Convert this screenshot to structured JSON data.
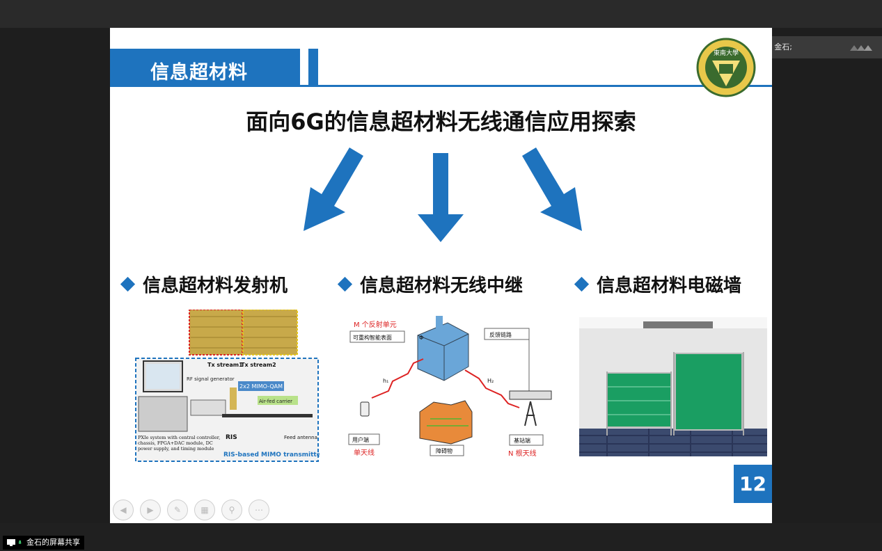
{
  "screen_share": {
    "label": "金石的屏幕共享"
  },
  "speaker": {
    "label": "正在讲话: 金石;"
  },
  "slide": {
    "header": "信息超材料",
    "title": "面向6G的信息超材料无线通信应用探索",
    "items": [
      {
        "label": "信息超材料发射机"
      },
      {
        "label": "信息超材料无线中继"
      },
      {
        "label": "信息超材料电磁墙"
      }
    ],
    "page_number": "12",
    "logo": {
      "text": "東南大學"
    },
    "figure1": {
      "tx1": "Tx stream1",
      "tx2": "Tx stream2",
      "rf": "RF signal generator",
      "mimo": "2x2 MIMO-QAM",
      "carrier": "Air-fed carrier",
      "ris": "RIS",
      "feed": "Feed antenna",
      "pxie": "PXIe system with central controller, chassis, FPGA+DAC module, DC power supply, and timing module",
      "caption": "RIS-based MIMO transmitter"
    },
    "figure2": {
      "m_elements": "M 个反射单元",
      "ris_surface": "可重构智能表面",
      "feedback": "反馈链路",
      "phi": "Φ",
      "h1": "h₁",
      "h2": "H₂",
      "user": "用户端",
      "single_antenna": "单天线",
      "obstacle": "障碍物",
      "base_station": "基站端",
      "n_antennas": "N 根天线"
    }
  },
  "colors": {
    "accent": "#1e73be",
    "green_panel": "#1a9e62"
  }
}
